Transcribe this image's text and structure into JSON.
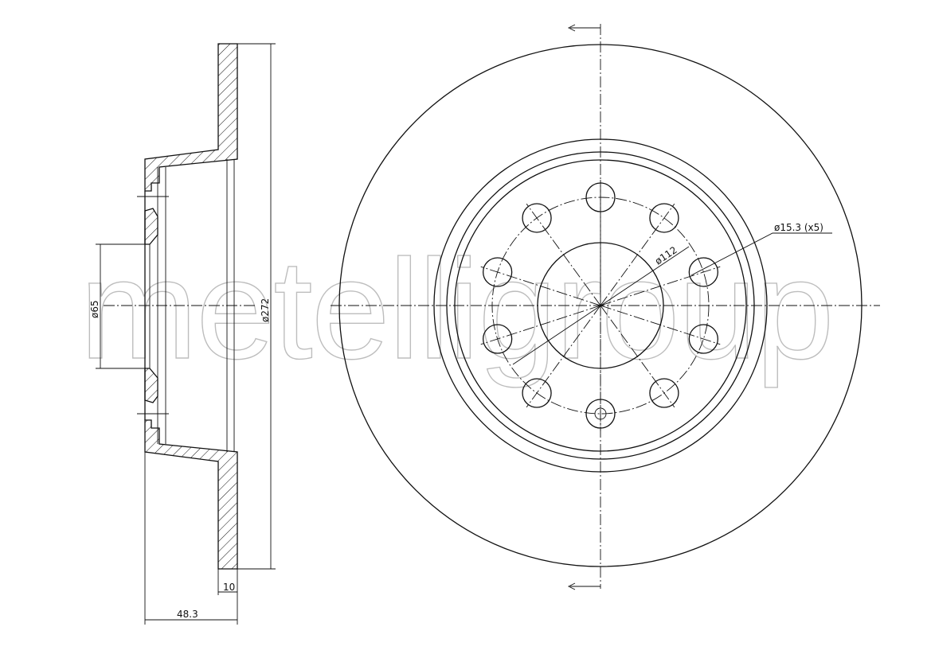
{
  "watermark": "metelligroup",
  "side_view": {
    "hub_bore_dim": "ø65",
    "outer_diameter_dim": "ø272",
    "thickness_dim": "10",
    "height_dim": "48.3"
  },
  "front_view": {
    "bolt_circle_dim": "ø112",
    "bolt_hole_dim": "ø15.3 (x5)",
    "hole_count": 10
  },
  "colors": {
    "line": "#111111",
    "watermark": "#bdbdbd"
  }
}
